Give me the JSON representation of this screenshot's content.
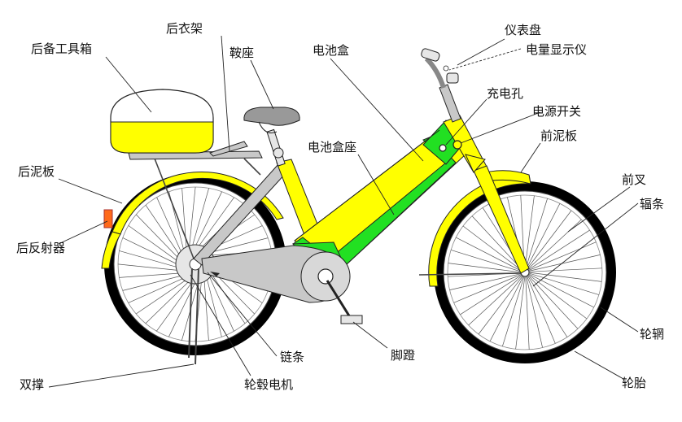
{
  "labels": {
    "rear_toolbox": "后备工具箱",
    "rear_rack": "后衣架",
    "saddle": "鞍座",
    "battery_box": "电池盒",
    "dashboard": "仪表盘",
    "power_display": "电量显示仪",
    "charge_port": "充电孔",
    "power_switch": "电源开关",
    "front_fender": "前泥板",
    "battery_base": "电池盒座",
    "rear_fender": "后泥板",
    "front_fork": "前叉",
    "spokes": "辐条",
    "rear_reflector": "后反射器",
    "rim": "轮辋",
    "chain": "链条",
    "pedal": "脚蹬",
    "kickstand": "双撑",
    "hub_motor": "轮毂电机",
    "tire": "轮胎"
  },
  "colors": {
    "frame_yellow": "#ffff00",
    "battery_green": "#22e022",
    "chain_guard_gray": "#c8c8c8",
    "tire_black": "#000000",
    "reflector_orange": "#ff6a1a",
    "outline": "#222222"
  }
}
